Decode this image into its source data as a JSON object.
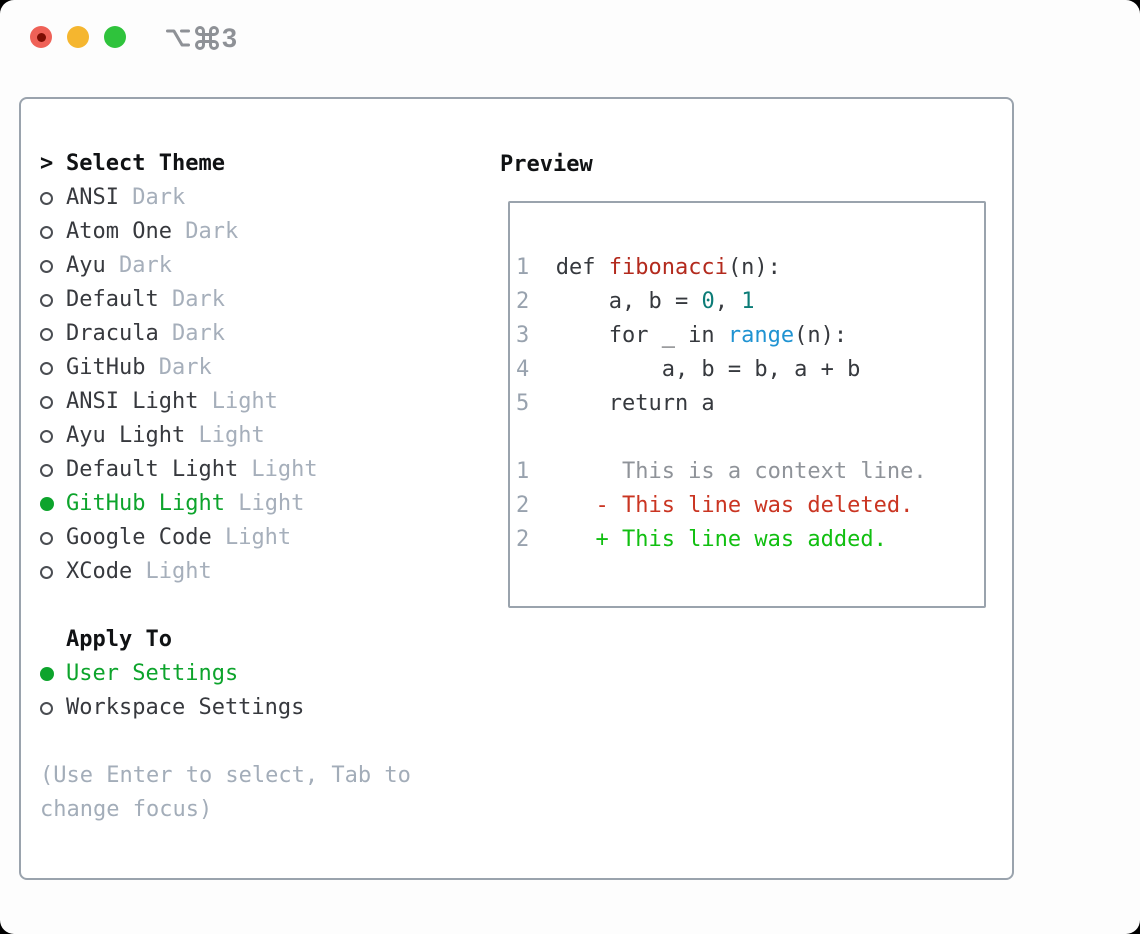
{
  "titlebar": {
    "shortcut": "⌥⌘3",
    "shortcut_digit": "3"
  },
  "theme_picker": {
    "prompt": ">",
    "title": "Select Theme",
    "items": [
      {
        "name": "ANSI",
        "variant": "Dark",
        "selected": false
      },
      {
        "name": "Atom One",
        "variant": "Dark",
        "selected": false
      },
      {
        "name": "Ayu",
        "variant": "Dark",
        "selected": false
      },
      {
        "name": "Default",
        "variant": "Dark",
        "selected": false
      },
      {
        "name": "Dracula",
        "variant": "Dark",
        "selected": false
      },
      {
        "name": "GitHub",
        "variant": "Dark",
        "selected": false
      },
      {
        "name": "ANSI Light",
        "variant": "Light",
        "selected": false
      },
      {
        "name": "Ayu Light",
        "variant": "Light",
        "selected": false
      },
      {
        "name": "Default Light",
        "variant": "Light",
        "selected": false
      },
      {
        "name": "GitHub Light",
        "variant": "Light",
        "selected": true
      },
      {
        "name": "Google Code",
        "variant": "Light",
        "selected": false
      },
      {
        "name": "XCode",
        "variant": "Light",
        "selected": false
      }
    ],
    "apply_to": {
      "title": "Apply To",
      "options": [
        {
          "name": "User Settings",
          "selected": true
        },
        {
          "name": "Workspace Settings",
          "selected": false
        }
      ]
    },
    "hint": "(Use Enter to select, Tab to change focus)"
  },
  "preview": {
    "title": "Preview",
    "code_lines": [
      {
        "num": "1",
        "tokens": [
          {
            "t": "def ",
            "c": "plain"
          },
          {
            "t": "fibonacci",
            "c": "func"
          },
          {
            "t": "(n):",
            "c": "plain"
          }
        ]
      },
      {
        "num": "2",
        "tokens": [
          {
            "t": "    a, b = ",
            "c": "plain"
          },
          {
            "t": "0",
            "c": "number"
          },
          {
            "t": ", ",
            "c": "plain"
          },
          {
            "t": "1",
            "c": "number"
          }
        ]
      },
      {
        "num": "3",
        "tokens": [
          {
            "t": "    for _ in ",
            "c": "plain"
          },
          {
            "t": "range",
            "c": "builtin"
          },
          {
            "t": "(n):",
            "c": "plain"
          }
        ]
      },
      {
        "num": "4",
        "tokens": [
          {
            "t": "        a, b = b, a + b",
            "c": "plain"
          }
        ]
      },
      {
        "num": "5",
        "tokens": [
          {
            "t": "    return a",
            "c": "plain"
          }
        ]
      },
      {
        "num": "",
        "tokens": []
      },
      {
        "num": "1",
        "tokens": [
          {
            "t": "     This is a context line.",
            "c": "context"
          }
        ]
      },
      {
        "num": "2",
        "tokens": [
          {
            "t": "   - This line was deleted.",
            "c": "deleted"
          }
        ]
      },
      {
        "num": "2",
        "tokens": [
          {
            "t": "   + This line was added.",
            "c": "added"
          }
        ]
      }
    ]
  },
  "colors": {
    "selected_green": "#0da42c",
    "added_green": "#11bf11",
    "deleted_red": "#ca3522",
    "function_red": "#b32a1d",
    "number_teal": "#0c7c77",
    "builtin_blue": "#1f93d2",
    "muted_gray": "#a6afbb",
    "border_gray": "#9aa3ad",
    "traffic_red": "#ef6157",
    "traffic_yellow": "#f5b62f",
    "traffic_green": "#2fc33c"
  }
}
